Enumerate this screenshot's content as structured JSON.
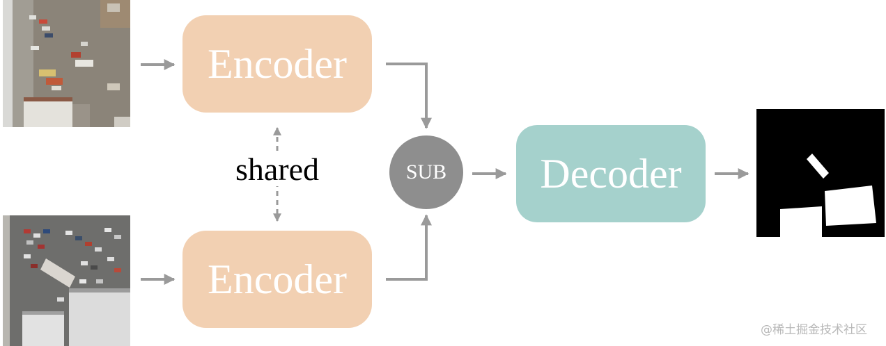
{
  "diagram": {
    "encoder_top_label": "Encoder",
    "encoder_bottom_label": "Encoder",
    "shared_label": "shared",
    "sub_label": "SUB",
    "decoder_label": "Decoder",
    "watermark": "@稀土掘金技术社区"
  },
  "colors": {
    "encoder_fill": "#f2d0b2",
    "decoder_fill": "#a5d1cc",
    "sub_fill": "#8e8e8e",
    "arrow": "#9a9a9a",
    "mask_background": "#000000",
    "mask_foreground": "#ffffff"
  },
  "icons": {
    "input_top": "aerial-photo-icon",
    "input_bottom": "aerial-photo-icon",
    "output": "change-mask-icon"
  }
}
